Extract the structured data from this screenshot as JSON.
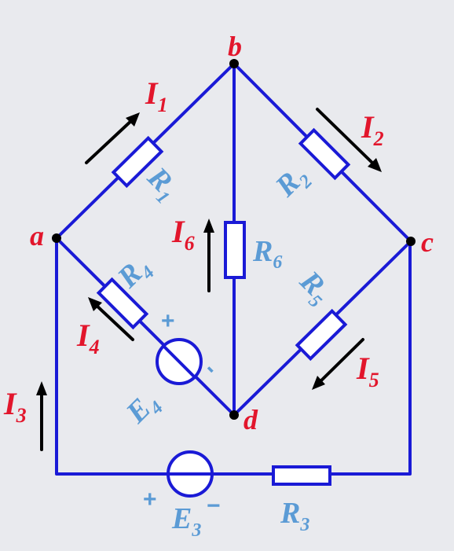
{
  "diagram": {
    "nodes": {
      "a": "a",
      "b": "b",
      "c": "c",
      "d": "d"
    },
    "currents": {
      "I1": {
        "letter": "I",
        "sub": "1"
      },
      "I2": {
        "letter": "I",
        "sub": "2"
      },
      "I3": {
        "letter": "I",
        "sub": "3"
      },
      "I4": {
        "letter": "I",
        "sub": "4"
      },
      "I5": {
        "letter": "I",
        "sub": "5"
      },
      "I6": {
        "letter": "I",
        "sub": "6"
      }
    },
    "resistors": {
      "R1": {
        "letter": "R",
        "sub": "1"
      },
      "R2": {
        "letter": "R",
        "sub": "2"
      },
      "R3": {
        "letter": "R",
        "sub": "3"
      },
      "R4": {
        "letter": "R",
        "sub": "4"
      },
      "R5": {
        "letter": "R",
        "sub": "5"
      },
      "R6": {
        "letter": "R",
        "sub": "6"
      }
    },
    "sources": {
      "E3": {
        "letter": "E",
        "sub": "3",
        "plus": "+",
        "minus": "−"
      },
      "E4": {
        "letter": "E",
        "sub": "4",
        "plus": "+",
        "minus": "-"
      }
    },
    "colors": {
      "wire": "#1a1ad6",
      "current_label": "#e2162c",
      "component_label": "#5b9bd5",
      "arrow": "#000000",
      "background": "#e9eaee"
    }
  }
}
